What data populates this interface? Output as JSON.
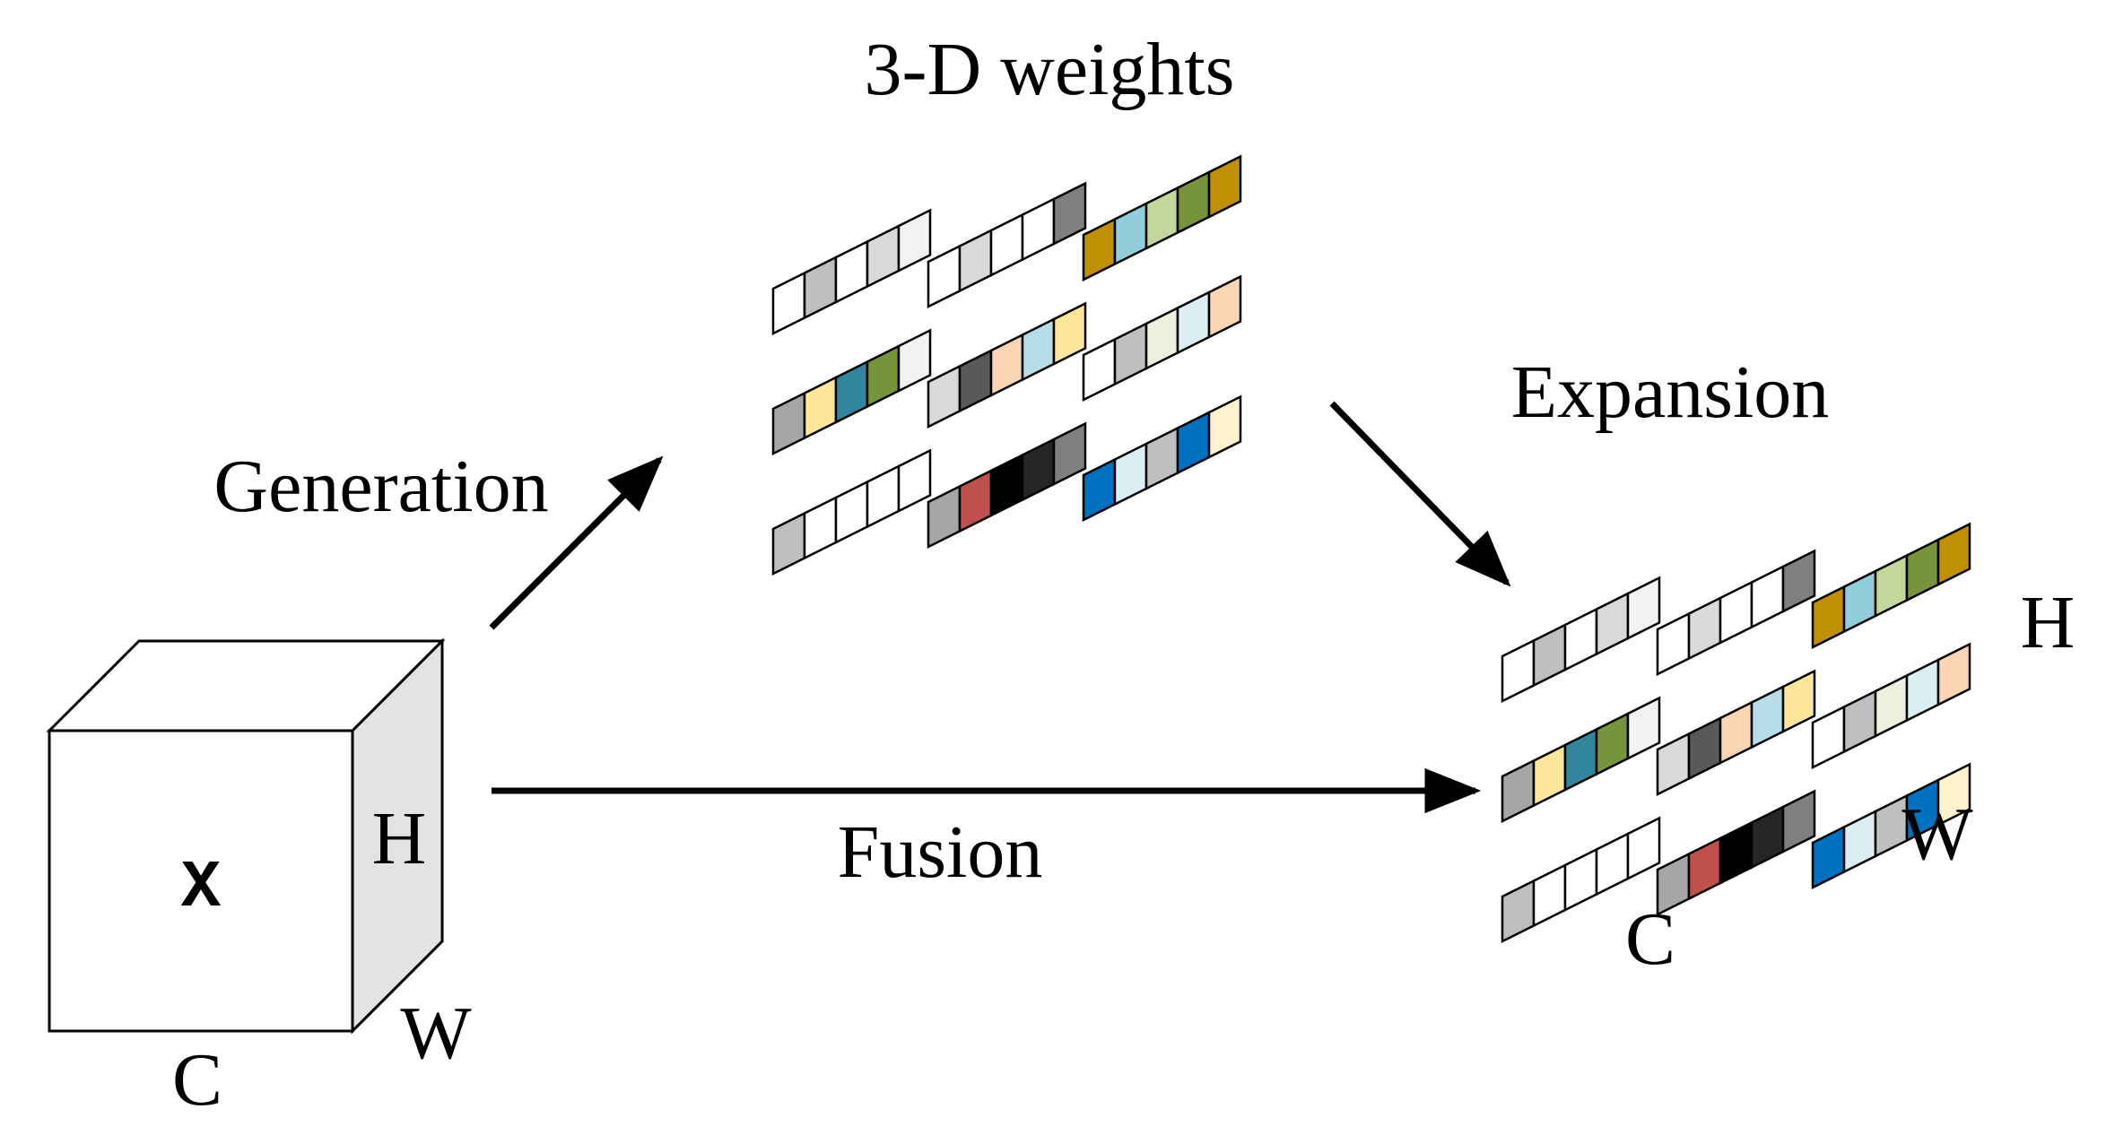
{
  "labels": {
    "title": "3-D weights",
    "generation": "Generation",
    "expansion": "Expansion",
    "fusion": "Fusion",
    "cube_input": "X",
    "cube_h": "H",
    "cube_w": "W",
    "cube_c": "C",
    "out_h": "H",
    "out_w": "W",
    "out_c": "C"
  },
  "colors": {
    "cube_side": "#e3e3e3",
    "cube_front": "#ffffff",
    "stroke": "#000000"
  },
  "weight_strips": [
    {
      "row": 0,
      "col": 0,
      "cells": [
        "#ffffff",
        "#bfbfbf",
        "#ffffff",
        "#d9d9d9",
        "#f2f2f2"
      ]
    },
    {
      "row": 0,
      "col": 1,
      "cells": [
        "#ffffff",
        "#d9d9d9",
        "#ffffff",
        "#ffffff",
        "#7f7f7f"
      ]
    },
    {
      "row": 0,
      "col": 2,
      "cells": [
        "#bf9000",
        "#92cddc",
        "#c4d79b",
        "#77933c",
        "#bf9000"
      ]
    },
    {
      "row": 1,
      "col": 0,
      "cells": [
        "#a6a6a6",
        "#ffe699",
        "#31859c",
        "#77933c",
        "#f2f2f2"
      ]
    },
    {
      "row": 1,
      "col": 1,
      "cells": [
        "#d9d9d9",
        "#595959",
        "#fcd5b4",
        "#b7dee8",
        "#ffe699"
      ]
    },
    {
      "row": 1,
      "col": 2,
      "cells": [
        "#ffffff",
        "#bfbfbf",
        "#ebf1de",
        "#daeef3",
        "#fcd5b4"
      ]
    },
    {
      "row": 2,
      "col": 0,
      "cells": [
        "#bfbfbf",
        "#ffffff",
        "#ffffff",
        "#ffffff",
        "#ffffff"
      ]
    },
    {
      "row": 2,
      "col": 1,
      "cells": [
        "#a6a6a6",
        "#c0504d",
        "#000000",
        "#262626",
        "#7f7f7f"
      ]
    },
    {
      "row": 2,
      "col": 2,
      "cells": [
        "#0070c0",
        "#daeef3",
        "#bfbfbf",
        "#0070c0",
        "#fff2cc"
      ]
    }
  ]
}
